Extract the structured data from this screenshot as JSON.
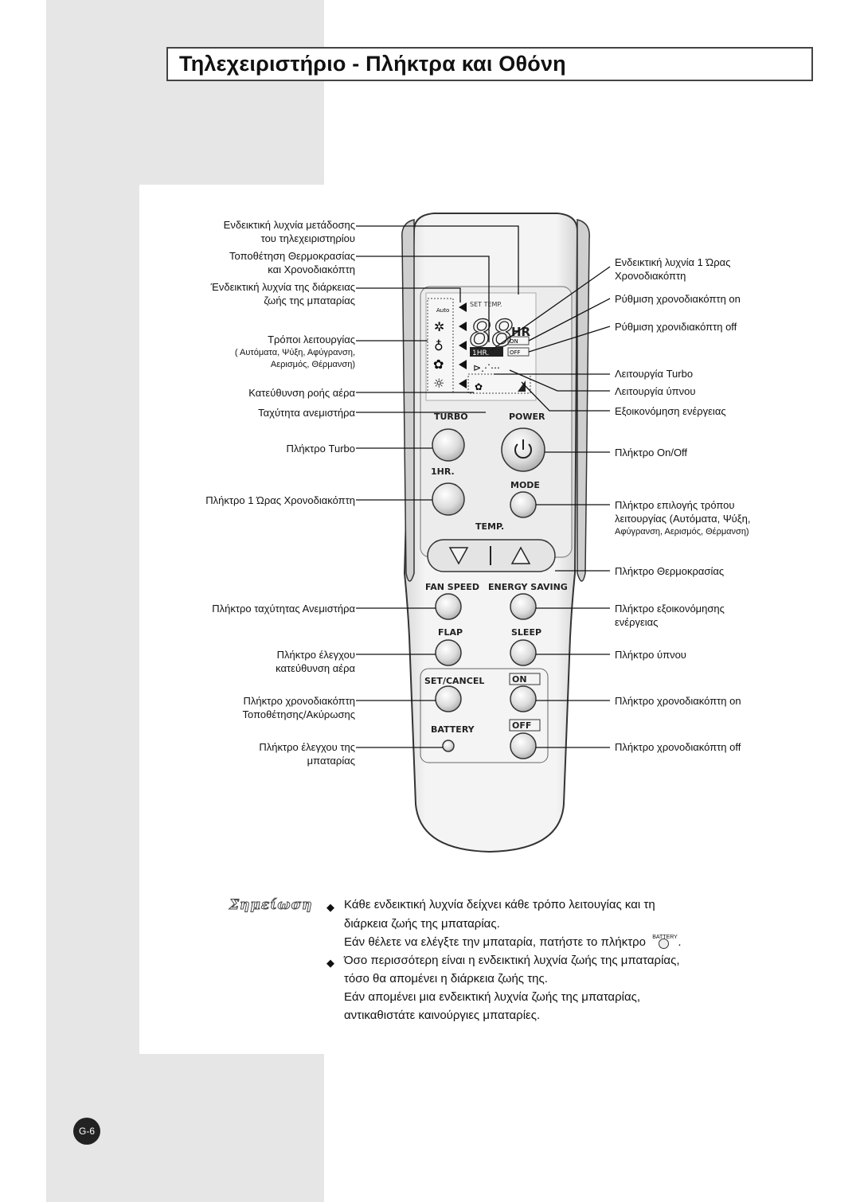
{
  "page": {
    "title": "Τηλεχειριστήριο - Πλήκτρα και Οθόνη",
    "page_number": "G-6"
  },
  "left_labels": [
    {
      "line1": "Ενδεικτική λυχνία μετάδοσης",
      "line2": "του τηλεχειριστηρίου"
    },
    {
      "line1": "Τοποθέτηση Θερμοκρασίας",
      "line2": "και Χρονοδιακόπτη"
    },
    {
      "line1": "Ένδεικτική λυχνία της διάρκειας",
      "line2": "ζωής της μπαταρίας"
    },
    {
      "line1": "Τρόποι λειτουργίας",
      "line2": ""
    },
    {
      "line1": "Κατεύθυνση ροής αέρα",
      "line2": ""
    },
    {
      "line1": "Ταχύτητα ανεμιστήρα",
      "line2": ""
    },
    {
      "line1": "Πλήκτρο Turbo",
      "line2": ""
    },
    {
      "line1": "Πλήκτρο 1 Ώρας Χρονοδιακόπτη",
      "line2": ""
    },
    {
      "line1": "Πλήκτρο ταχύτητας Ανεμιστήρα",
      "line2": ""
    },
    {
      "line1": "Πλήκτρο έλεγχου",
      "line2": "κατεύθυνση αέρα"
    },
    {
      "line1": "Πλήκτρο χρονοδιακόπτη",
      "line2": "Τοποθέτησης/Ακύρωσης"
    },
    {
      "line1": "Πλήκτρο έλεγχου της",
      "line2": "μπαταρίας"
    }
  ],
  "modes_legend": {
    "line1": "( Αυτόματα, Ψύξη, Αφύγρανση,",
    "line2": "Αερισμός, Θέρμανση)"
  },
  "right_labels": [
    {
      "line1": "Ενδεικτική λυχνία 1 Ώρας",
      "line2": "Χρονοδιακόπτη"
    },
    {
      "line1": "Ρύθμιση χρονοδιακόπτη on",
      "line2": ""
    },
    {
      "line1": "Ρύθμιση χρονιδιακόπτη off",
      "line2": ""
    },
    {
      "line1": "Λειτουργία Turbo",
      "line2": ""
    },
    {
      "line1": "Λειτουργία ύπνου",
      "line2": ""
    },
    {
      "line1": "Εξοικονόμηση ενέργειας",
      "line2": ""
    },
    {
      "line1": "Πλήκτρο On/Off",
      "line2": ""
    },
    {
      "line1": "Πλήκτρο επιλογής τρόπου",
      "line2": "λειτουργίας (Αυτόματα, Ψύξη,",
      "line3": "Αφύγρανση, Αερισμός, Θέρμανση)"
    },
    {
      "line1": "Πλήκτρο Θερμοκρασίας",
      "line2": ""
    },
    {
      "line1": "Πλήκτρο εξοικονόμησης",
      "line2": "ενέργειας"
    },
    {
      "line1": "Πλήκτρο ύπνου",
      "line2": ""
    },
    {
      "line1": "Πλήκτρο χρονοδιακόπτη on",
      "line2": ""
    },
    {
      "line1": "Πλήκτρο χρονοδιακόπτη off",
      "line2": ""
    }
  ],
  "remote": {
    "display_set_temp": "SET TEMP.",
    "display_digits": "88",
    "display_hr": "HR",
    "display_1hr": "1HR.",
    "display_on": "ON",
    "display_off": "OFF",
    "display_auto": "Auto",
    "btn_turbo": "TURBO",
    "btn_power": "POWER",
    "btn_1hr": "1HR.",
    "btn_mode": "MODE",
    "btn_temp": "TEMP.",
    "btn_fan_speed": "FAN SPEED",
    "btn_energy_saving": "ENERGY SAVING",
    "btn_flap": "FLAP",
    "btn_sleep": "SLEEP",
    "btn_set_cancel": "SET/CANCEL",
    "btn_on": "ON",
    "btn_battery": "BATTERY",
    "btn_off": "OFF"
  },
  "note": {
    "title": "Σημείωση",
    "items": [
      {
        "line1": "Κάθε ενδεικτική λυχνία δείχνει κάθε τρόπο λειτουγίας και τη",
        "line2": "διάρκεια ζωής της μπαταρίας.",
        "line3": "Εάν θέλετε να ελέγξτε την μπαταρία, πατήστε το πλήκτρο",
        "battery_label": "BATTERY",
        "end": "."
      },
      {
        "line1": "Όσο περισσότερη είναι η ενδεικτική λυχνία ζωής της μπαταρίας,",
        "line2": "τόσο θα απομένει η διάρκεια ζωής της.",
        "line3": "Εάν απομένει μια ενδεικτική λυχνία ζωής της μπαταρίας,",
        "line4": "αντικαθιστάτε καινούργιες μπαταρίες."
      }
    ]
  }
}
